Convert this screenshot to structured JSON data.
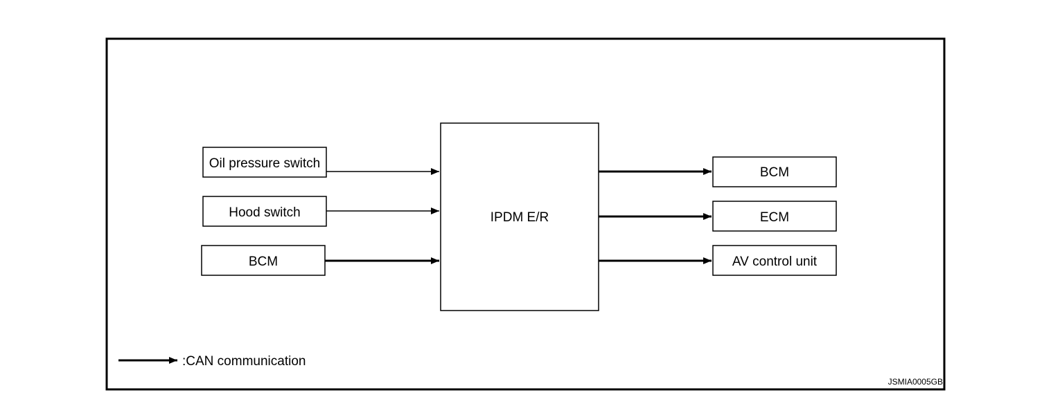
{
  "inputs": [
    {
      "label": "Oil pressure switch",
      "link": "signal"
    },
    {
      "label": "Hood switch",
      "link": "signal"
    },
    {
      "label": "BCM",
      "link": "can"
    }
  ],
  "center": {
    "label": "IPDM E/R"
  },
  "outputs": [
    {
      "label": "BCM",
      "link": "can"
    },
    {
      "label": "ECM",
      "link": "can"
    },
    {
      "label": "AV control unit",
      "link": "can"
    }
  ],
  "legend": {
    "label": ":CAN communication"
  },
  "figure_id": "JSMIA0005GB"
}
